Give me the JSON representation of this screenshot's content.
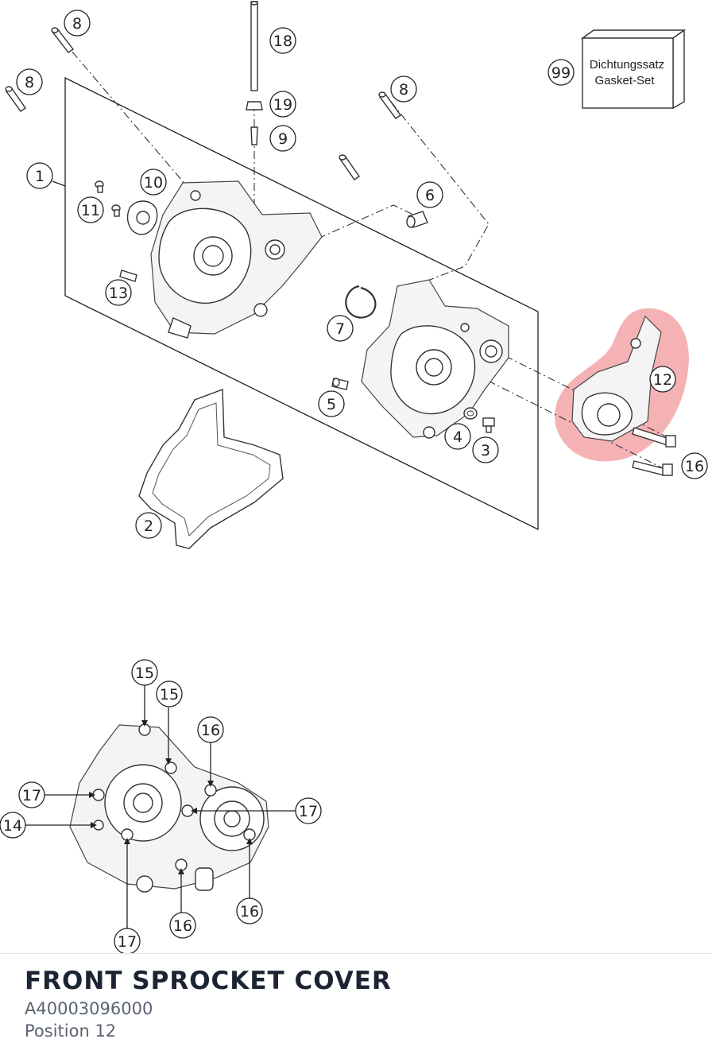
{
  "diagram": {
    "kit_label_line1": "Dichtungssatz",
    "kit_label_line2": "Gasket-Set",
    "highlight_color": "#e8545a",
    "callouts": [
      "8",
      "8",
      "18",
      "19",
      "9",
      "1",
      "10",
      "11",
      "13",
      "8",
      "6",
      "99",
      "7",
      "12",
      "5",
      "4",
      "3",
      "16",
      "2",
      "15",
      "15",
      "16",
      "17",
      "17",
      "14",
      "17",
      "16",
      "16"
    ]
  },
  "footer": {
    "title": "FRONT SPROCKET COVER",
    "part_number": "A40003096000",
    "position": "Position 12"
  }
}
